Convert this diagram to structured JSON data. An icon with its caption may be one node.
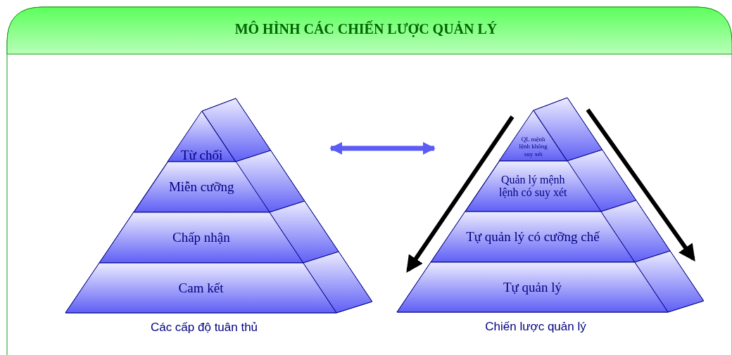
{
  "diagram": {
    "title": "MÔ HÌNH CÁC CHIẾN LƯỢC QUẢN LÝ",
    "nodes": [
      {
        "text": [
          "Các cấp độ tuân thủ"
        ]
      },
      {
        "text": [
          "Từ chối"
        ],
        "in": 0
      },
      {
        "text": [
          "Miễn cưỡng"
        ],
        "in": 0
      },
      {
        "text": [
          "Chấp nhận"
        ],
        "in": 0
      },
      {
        "text": [
          "Cam kết"
        ],
        "in": 0
      },
      {
        "text": [
          "Chiến lược quản lý"
        ]
      },
      {
        "text": [
          "QL mệnh lệnh không suy xét"
        ],
        "in": 5
      },
      {
        "text": [
          "Quản lý mệnh lệnh có suy xét"
        ],
        "in": 5
      },
      {
        "text": [
          "Tự quản lý có cưỡng chế"
        ],
        "in": 5
      },
      {
        "text": [
          "Tự quản lý"
        ],
        "in": 5
      }
    ],
    "edges": [
      {
        "from": 0,
        "to": 5,
        "arrow": "both"
      }
    ]
  }
}
